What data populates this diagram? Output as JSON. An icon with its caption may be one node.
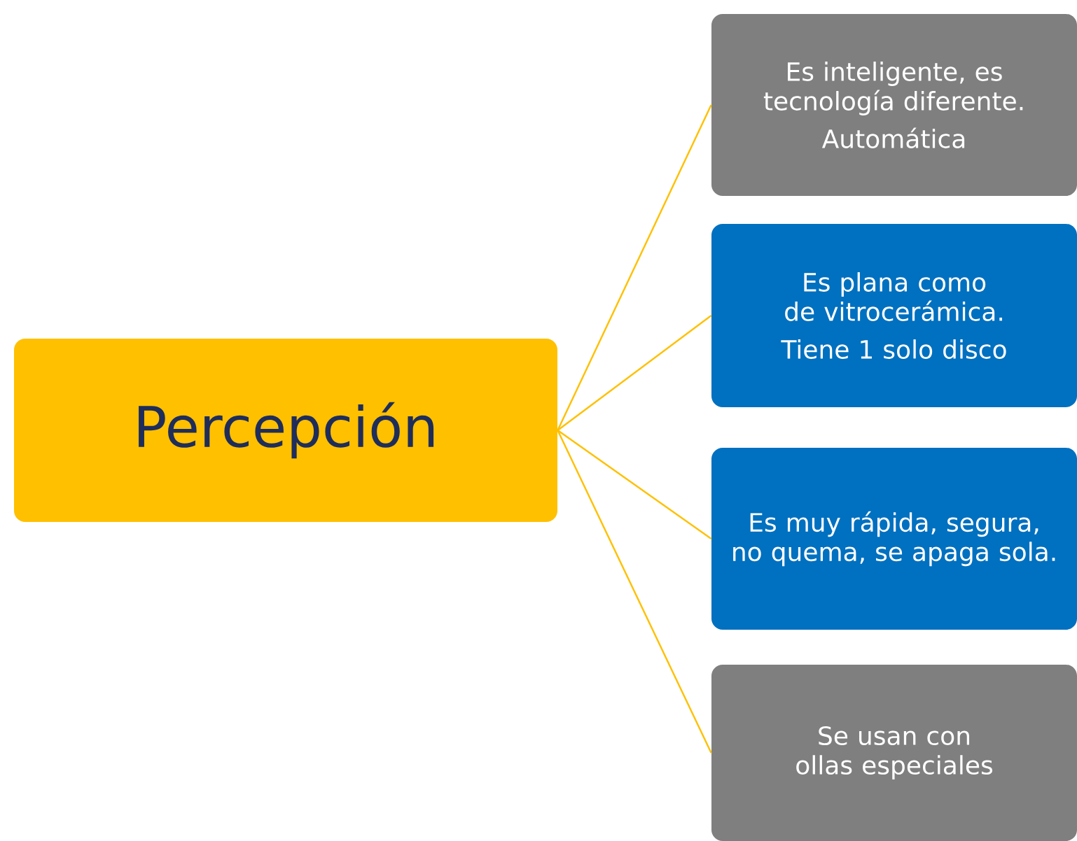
{
  "diagram": {
    "nodes": [
      {
        "text": [
          "Percepción"
        ]
      },
      {
        "text": [
          "Es inteligente, es tecnología diferente.",
          "Automática"
        ]
      },
      {
        "text": [
          "Es plana como de vitrocerámica.",
          "Tiene 1 solo disco"
        ]
      },
      {
        "text": [
          "Es muy rápida, segura, no quema, se apaga sola."
        ]
      },
      {
        "text": [
          "Se usan con ollas especiales"
        ]
      }
    ],
    "edges": [
      {
        "from": 0,
        "to": 1,
        "arrow": "none",
        "color": "#ffc000"
      },
      {
        "from": 0,
        "to": 2,
        "arrow": "none",
        "color": "#ffc000"
      },
      {
        "from": 0,
        "to": 3,
        "arrow": "none",
        "color": "#ffc000"
      },
      {
        "from": 0,
        "to": 4,
        "arrow": "none",
        "color": "#ffc000"
      }
    ]
  }
}
